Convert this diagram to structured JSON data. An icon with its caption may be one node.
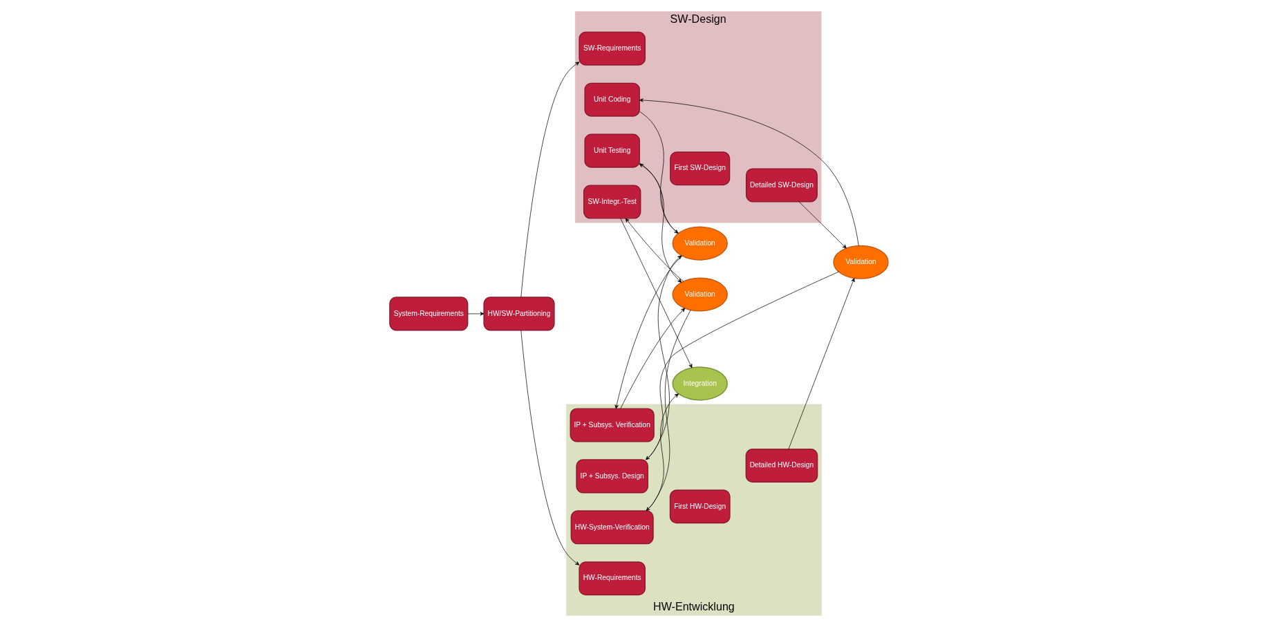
{
  "diagram": {
    "nodes": [
      {
        "text": [
          "SW-Design"
        ]
      },
      {
        "text": [
          "SW-Requirements"
        ],
        "in": 0
      },
      {
        "text": [
          "First SW-Design"
        ],
        "in": 0
      },
      {
        "text": [
          "Detailed SW-Design"
        ],
        "in": 0
      },
      {
        "text": [
          "Unit Coding"
        ],
        "in": 0
      },
      {
        "text": [
          "Unit Testing"
        ],
        "in": 0
      },
      {
        "text": [
          "SW-Integr.-Test"
        ],
        "in": 0
      },
      {
        "text": [
          "System-Requirements"
        ]
      },
      {
        "text": [
          "HW/SW-Partitioning"
        ]
      },
      {
        "text": [
          "Validation"
        ]
      },
      {
        "text": [
          "Validation"
        ]
      },
      {
        "text": [
          "Validation"
        ]
      },
      {
        "text": [
          "Integration"
        ]
      },
      {
        "text": [
          "HW-Entwicklung"
        ]
      },
      {
        "text": [
          "HW-Requirements"
        ],
        "in": 13
      },
      {
        "text": [
          "First HW-Design"
        ],
        "in": 13
      },
      {
        "text": [
          "Detailed HW-Design"
        ],
        "in": 13
      },
      {
        "text": [
          "IP + Subsys. Design"
        ],
        "in": 13
      },
      {
        "text": [
          "IP + Subsys. Verification"
        ],
        "in": 13
      },
      {
        "text": [
          "HW-System-Verification"
        ],
        "in": 13
      }
    ],
    "edges": [
      {
        "from": 7,
        "to": 8,
        "arrow": "to"
      },
      {
        "from": 8,
        "to": 1,
        "arrow": "to"
      },
      {
        "from": 8,
        "to": 14,
        "arrow": "to"
      },
      {
        "from": 3,
        "to": 9,
        "arrow": "to"
      },
      {
        "from": 9,
        "to": 4,
        "arrow": "to"
      },
      {
        "from": 4,
        "to": 10,
        "arrow": "to"
      },
      {
        "from": 10,
        "to": 5,
        "arrow": "to"
      },
      {
        "from": 5,
        "to": 11,
        "arrow": "to"
      },
      {
        "from": 11,
        "to": 6,
        "arrow": "to"
      },
      {
        "from": 6,
        "to": 12,
        "arrow": "to"
      },
      {
        "from": 16,
        "to": 9,
        "arrow": "to"
      },
      {
        "from": 9,
        "to": 17,
        "arrow": "to"
      },
      {
        "from": 17,
        "to": 10,
        "arrow": "to"
      },
      {
        "from": 10,
        "to": 18,
        "arrow": "to"
      },
      {
        "from": 18,
        "to": 11,
        "arrow": "to"
      },
      {
        "from": 11,
        "to": 19,
        "arrow": "to"
      },
      {
        "from": 19,
        "to": 12,
        "arrow": "to"
      }
    ]
  }
}
